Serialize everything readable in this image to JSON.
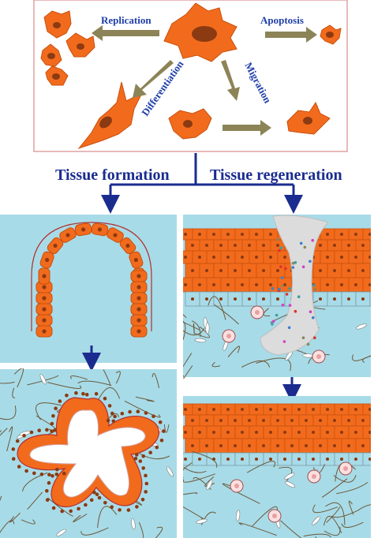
{
  "labels": {
    "replication": "Replication",
    "apoptosis": "Apoptosis",
    "differentiation": "Differentiation",
    "migration": "Migration",
    "tissue_formation": "Tissue formation",
    "tissue_regeneration": "Tissue regeneration"
  },
  "colors": {
    "cell_fill": "#f26b1d",
    "cell_stroke": "#c8500c",
    "nucleus": "#8b3a12",
    "arrow_olive": "#8c8457",
    "label_blue": "#1f3ea8",
    "header_blue": "#1a2c8f",
    "panel_bg": "#a8dbe8",
    "frame_red": "#d88a8a",
    "fiber": "#6b5a3a",
    "connector": "#1a2c8f",
    "wound": "#dcdcdc"
  },
  "icons": {
    "stem_cell": "cell-icon",
    "arrow": "arrow-icon"
  }
}
